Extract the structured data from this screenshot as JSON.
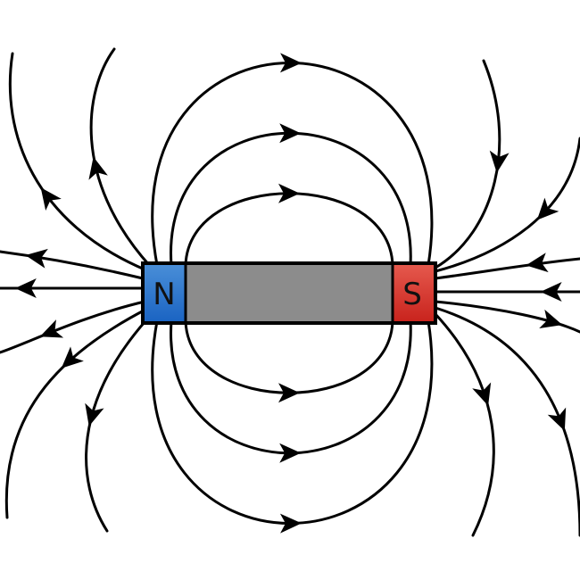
{
  "magnet": {
    "north_label": "N",
    "south_label": "S",
    "north_color_top": "#4a8fd8",
    "north_color_bottom": "#1a63c2",
    "south_color_top": "#e65a4e",
    "south_color_bottom": "#c8221c",
    "body_color": "#8c8c8c"
  },
  "field": {
    "line_color": "#000000",
    "direction": "north-to-south",
    "icons": [
      "arrowhead-icon"
    ]
  }
}
